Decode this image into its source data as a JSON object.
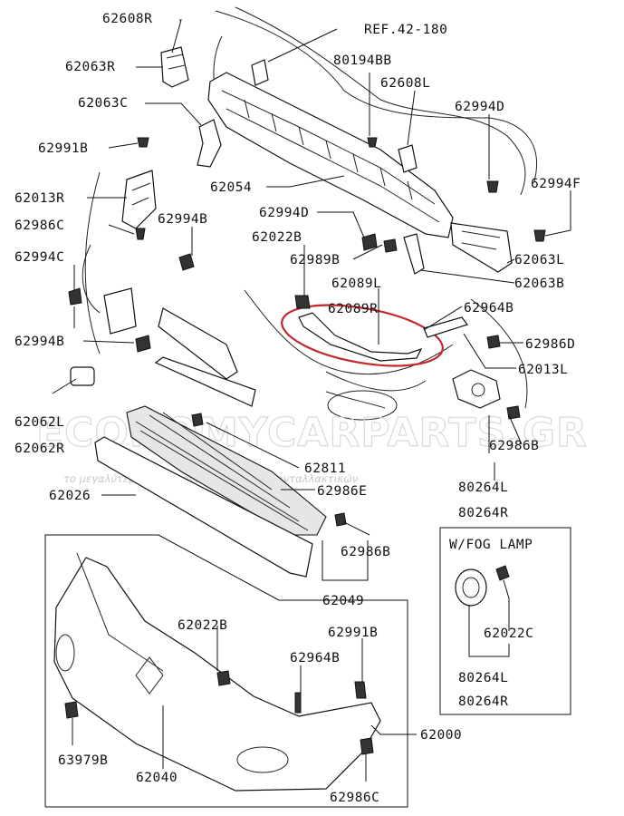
{
  "labels": {
    "ref": "REF.42-180",
    "p62608R": "62608R",
    "p62063R": "62063R",
    "p62063C": "62063C",
    "p62991B_top": "62991B",
    "p62013R": "62013R",
    "p62986C_top": "62986C",
    "p62994B_a": "62994B",
    "p62994C": "62994C",
    "p62994B_b": "62994B",
    "p62062L": "62062L",
    "p62062R": "62062R",
    "p62026": "62026",
    "p80194BB": "80194BB",
    "p62608L": "62608L",
    "p62994D_a": "62994D",
    "p62994F": "62994F",
    "p62054": "62054",
    "p62994D_b": "62994D",
    "p62022B_top": "62022B",
    "p62989B": "62989B",
    "p62063L": "62063L",
    "p62063B": "62063B",
    "p62089L": "62089L",
    "p62089R": "62089R",
    "p62964B_top": "62964B",
    "p62986D": "62986D",
    "p62013L": "62013L",
    "p62986B_a": "62986B",
    "p80264L_a": "80264L",
    "p80264R_a": "80264R",
    "p62811": "62811",
    "p62986E": "62986E",
    "p62986B_b": "62986B",
    "p62049": "62049",
    "p62022B_bot": "62022B",
    "p62991B_bot": "62991B",
    "p62964B_bot": "62964B",
    "p62000": "62000",
    "p63979B": "63979B",
    "p62040": "62040",
    "p62986C_bot": "62986C",
    "fog_title": "W/FOG LAMP",
    "p62022C": "62022C",
    "p80264L_b": "80264L",
    "p80264R_b": "80264R"
  },
  "watermark": {
    "main": "ECONOMYCARPARTS.GR",
    "sub": "το μεγαλύτερο ηλεκτρονικό κατάστημα ανταλλακτικών"
  },
  "colors": {
    "highlight": "#c0282d",
    "line": "#111111"
  }
}
